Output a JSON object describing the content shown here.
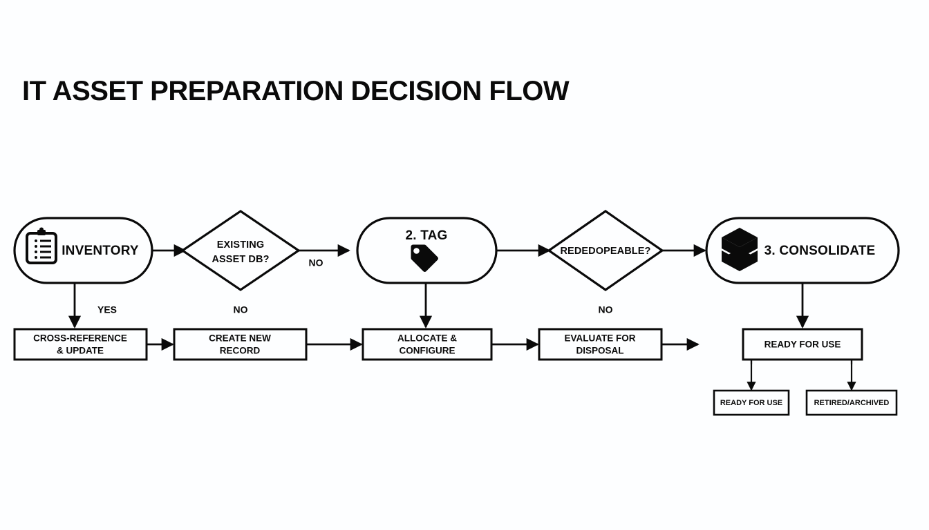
{
  "title": "IT ASSET PREPARATION DECISION FLOW",
  "colors": {
    "background": "#fdfeff",
    "stroke": "#0a0a0a",
    "text": "#0a0a0a",
    "shape_fill": "#fdfeff"
  },
  "diagram": {
    "type": "flowchart",
    "orientation": "left-to-right with downward branches",
    "top_row": [
      {
        "id": "inventory",
        "shape": "stadium",
        "label": "INVENTORY",
        "icon": "clipboard-checklist-icon"
      },
      {
        "id": "existing-asset-db",
        "shape": "diamond",
        "label_line1": "EXISTING",
        "label_line2": "ASSET DB?",
        "label": "EXISTING ASSET DB?"
      },
      {
        "id": "tag",
        "shape": "stadium",
        "label": "2. TAG",
        "icon": "price-tag-icon"
      },
      {
        "id": "redeployable",
        "shape": "diamond",
        "label": "REDEDOPEABLE?"
      },
      {
        "id": "consolidate",
        "shape": "stadium",
        "label": "3. CONSOLIDATE",
        "icon": "cube-stack-icon"
      }
    ],
    "bottom_row": [
      {
        "id": "cross-reference",
        "shape": "rect",
        "label_line1": "CROSS-REFERENCE",
        "label_line2": "& UPDATE",
        "label": "CROSS-REFERENCE & UPDATE"
      },
      {
        "id": "create-new-record",
        "shape": "rect",
        "label_line1": "CREATE NEW",
        "label_line2": "RECORD",
        "label": "CREATE NEW RECORD"
      },
      {
        "id": "allocate-configure",
        "shape": "rect",
        "label_line1": "ALLOCATE &",
        "label_line2": "CONFIGURE",
        "label": "ALLOCATE & CONFIGURE"
      },
      {
        "id": "evaluate-disposal",
        "shape": "rect",
        "label_line1": "EVALUATE FOR",
        "label_line2": "DISPOSAL",
        "label": "EVALUATE FOR DISPOSAL"
      },
      {
        "id": "ready-for-use-main",
        "shape": "rect",
        "label": "READY FOR USE"
      }
    ],
    "terminal_row": [
      {
        "id": "ready-for-use-terminal",
        "shape": "rect",
        "label": "READY FOR USE"
      },
      {
        "id": "retired-archived",
        "shape": "rect",
        "label": "RETIRED/ARCHIVED"
      }
    ],
    "edge_labels": {
      "inventory_to_cross_reference": "YES",
      "existing_db_to_tag": "NO",
      "existing_db_to_create_record": "NO",
      "redeployable_to_evaluate": "NO"
    }
  }
}
